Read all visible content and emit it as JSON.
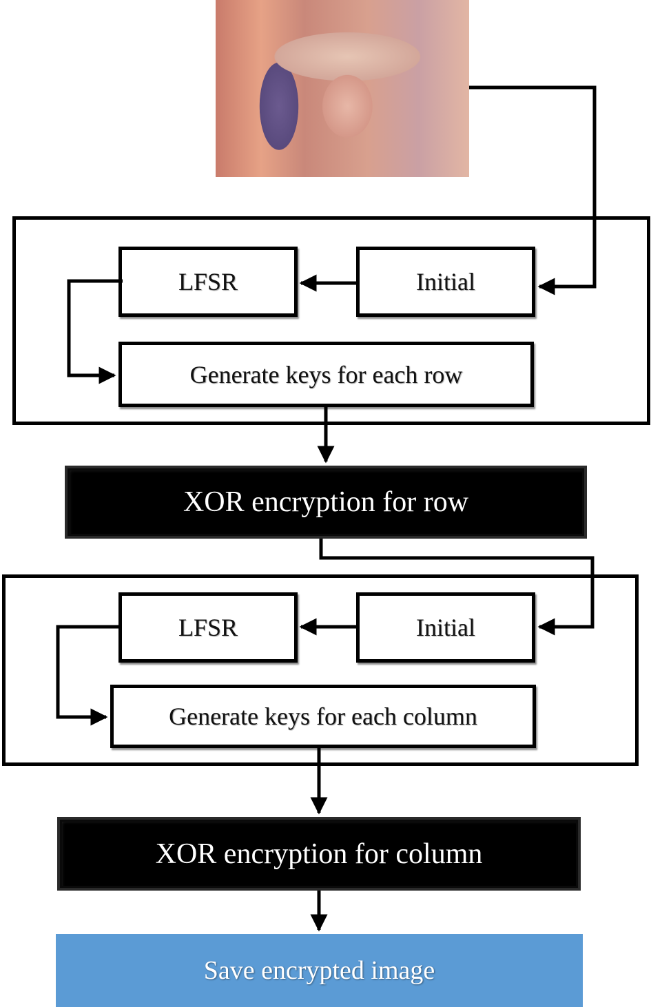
{
  "image": {
    "icon": "portrait-photo-icon"
  },
  "stage_row": {
    "lfsr_label": "LFSR",
    "initial_label": "Initial",
    "generate_label": "Generate keys for each row",
    "xor_label": "XOR encryption for row"
  },
  "stage_column": {
    "lfsr_label": "LFSR",
    "initial_label": "Initial",
    "generate_label": "Generate keys for each column",
    "xor_label": "XOR encryption for column"
  },
  "output": {
    "save_label": "Save encrypted image"
  },
  "colors": {
    "save_fill": "#5b9bd5",
    "xor_fill": "#000000",
    "line": "#000000"
  }
}
